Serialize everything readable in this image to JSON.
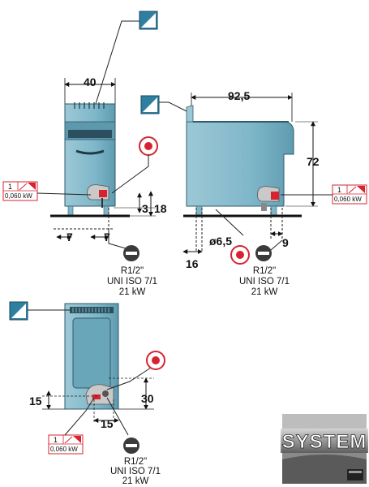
{
  "dimensions": {
    "width": "40",
    "depth": "92,5",
    "work_height": "72",
    "foot_offset_left": "7",
    "foot_offset_right": "7",
    "gas_inlet_height_low": "3",
    "gas_inlet_height": "18",
    "hole_diameter": "ø6,5",
    "side_offset": "9",
    "bottom_offset": "16",
    "plan_inlet_y": "15",
    "plan_inlet_x": "15",
    "plan_inlet_depth": "30"
  },
  "electric": {
    "phase": "1",
    "power": "0,060 kW"
  },
  "gas_connection": {
    "thread": "R1/2\"",
    "standard": "UNI ISO 7/1",
    "power": "21 kW"
  },
  "logo": {
    "text": "SYSTEM"
  },
  "colors": {
    "appliance": "#7fb7c9",
    "appliance_dark": "#3d6f84",
    "gas_red": "#d7232f",
    "leader": "#222222"
  }
}
